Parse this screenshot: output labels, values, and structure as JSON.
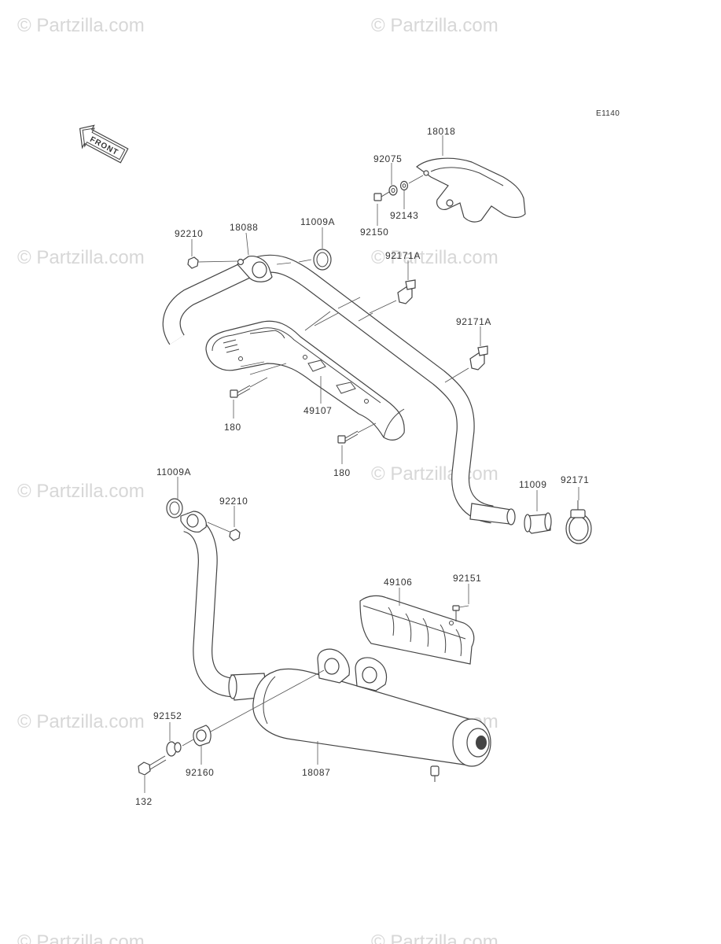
{
  "watermark": "© Partzilla.com",
  "figure_code": "E1140",
  "front_label": "FRONT",
  "parts": {
    "p18018": "18018",
    "p92075": "92075",
    "p92150": "92150",
    "p92143": "92143",
    "p92210_top": "92210",
    "p18088": "18088",
    "p11009A_top": "11009A",
    "p92171A_a": "92171A",
    "p92171A_b": "92171A",
    "p180_a": "180",
    "p49107": "49107",
    "p180_b": "180",
    "p11009A_bottom": "11009A",
    "p92210_bottom": "92210",
    "p11009": "11009",
    "p92171": "92171",
    "p49106": "49106",
    "p92151": "92151",
    "p92152": "92152",
    "p92160": "92160",
    "p18087": "18087",
    "p132": "132"
  }
}
